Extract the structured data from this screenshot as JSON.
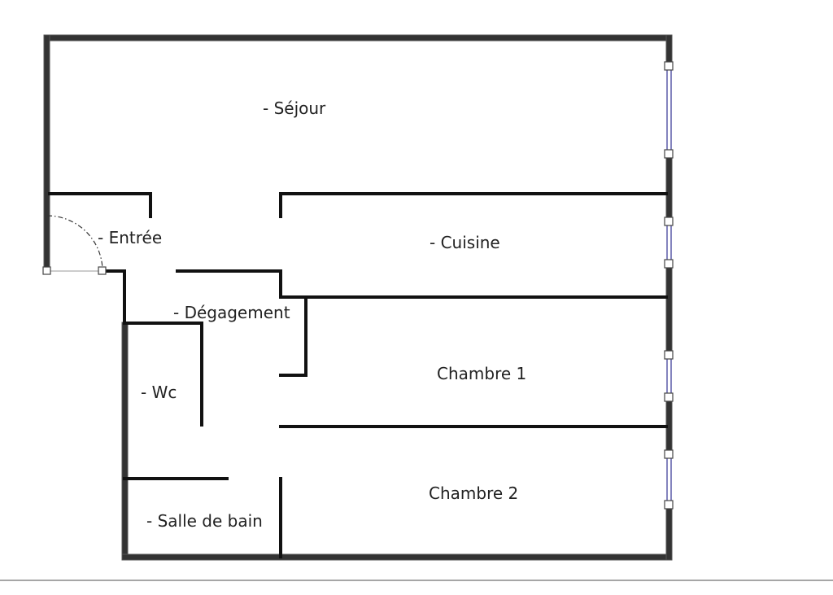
{
  "plan": {
    "rooms": [
      {
        "id": "sejour",
        "label": "- Séjour"
      },
      {
        "id": "entree",
        "label": "- Entrée"
      },
      {
        "id": "cuisine",
        "label": "- Cuisine"
      },
      {
        "id": "degagement",
        "label": "- Dégagement"
      },
      {
        "id": "chambre1",
        "label": "Chambre 1"
      },
      {
        "id": "wc",
        "label": "- Wc"
      },
      {
        "id": "chambre2",
        "label": "Chambre 2"
      },
      {
        "id": "salle_de_bain",
        "label": "- Salle de bain"
      }
    ],
    "colors": {
      "wall": "#111111",
      "wall_outline": "#444444",
      "window": "#5a5aa8",
      "door_swing": "#333333",
      "bottom_line": "#888888"
    }
  }
}
